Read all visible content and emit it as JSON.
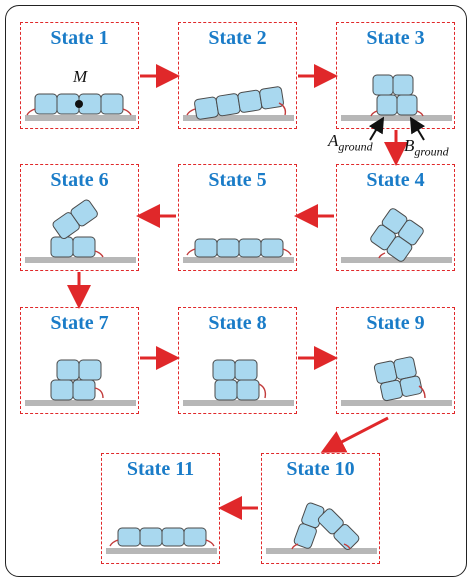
{
  "panels": [
    {
      "title": "State 1"
    },
    {
      "title": "State 2"
    },
    {
      "title": "State 3"
    },
    {
      "title": "State 4"
    },
    {
      "title": "State 5"
    },
    {
      "title": "State 6"
    },
    {
      "title": "State 7"
    },
    {
      "title": "State 8"
    },
    {
      "title": "State 9"
    },
    {
      "title": "State 10"
    },
    {
      "title": "State 11"
    }
  ],
  "labels": {
    "mass": "M",
    "a_main": "A",
    "a_sub": "ground",
    "b_main": "B",
    "b_sub": "ground"
  },
  "colors": {
    "frame": "#222222",
    "dash": "#e0282a",
    "title": "#1a7cc8",
    "module": "#a9d8ef",
    "module_stroke": "#4a4a4a",
    "ground": "#b7b7b7",
    "arrow": "#e0282a"
  }
}
